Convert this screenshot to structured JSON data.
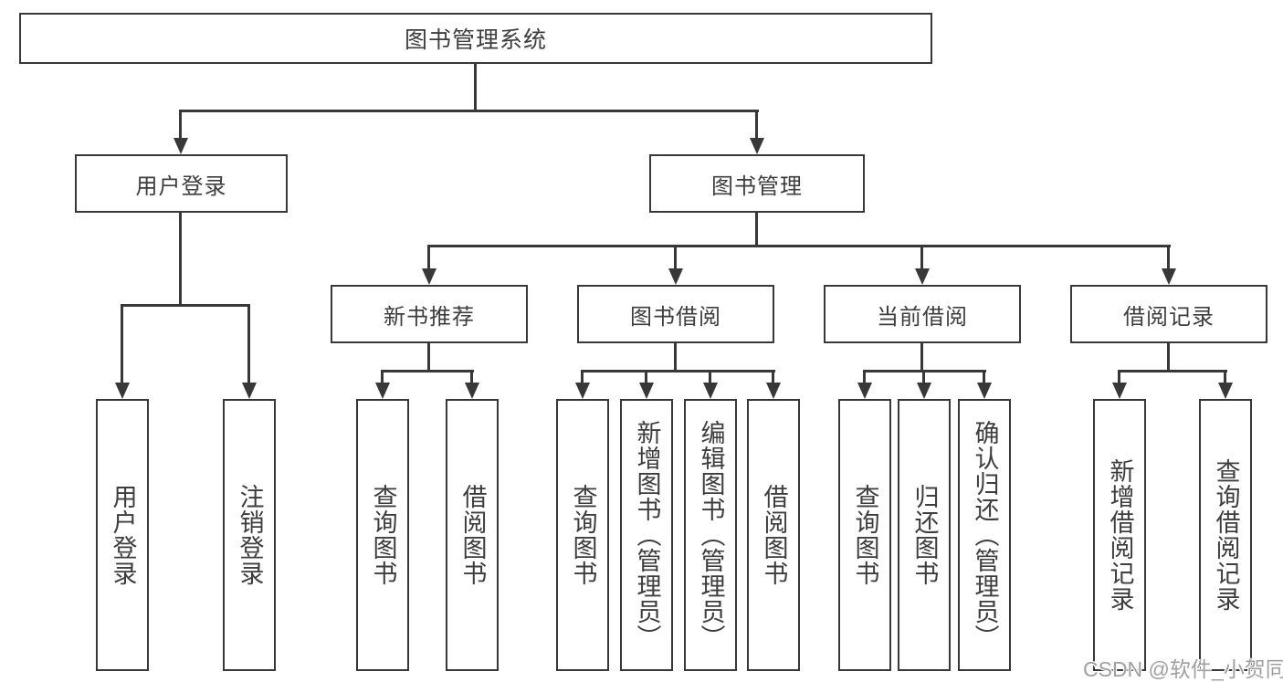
{
  "diagram": {
    "root": {
      "label": "图书管理系统"
    },
    "level2": [
      {
        "id": "user-login",
        "label": "用户登录"
      },
      {
        "id": "book-management",
        "label": "图书管理"
      }
    ],
    "level3": [
      {
        "id": "new-book-recommendation",
        "label": "新书推荐"
      },
      {
        "id": "book-borrowing",
        "label": "图书借阅"
      },
      {
        "id": "current-borrowing",
        "label": "当前借阅"
      },
      {
        "id": "borrowing-records",
        "label": "借阅记录"
      }
    ],
    "leaves": [
      {
        "id": "user-login",
        "label": "用户登录"
      },
      {
        "id": "logout",
        "label": "注销登录"
      },
      {
        "id": "query-books-1",
        "label": "查询图书"
      },
      {
        "id": "borrow-books-1",
        "label": "借阅图书"
      },
      {
        "id": "query-books-2",
        "label": "查询图书"
      },
      {
        "id": "add-books-admin",
        "label": "新增图书（管理员）"
      },
      {
        "id": "edit-books-admin",
        "label": "编辑图书（管理员）"
      },
      {
        "id": "borrow-books-2",
        "label": "借阅图书"
      },
      {
        "id": "query-books-3",
        "label": "查询图书"
      },
      {
        "id": "return-books",
        "label": "归还图书"
      },
      {
        "id": "confirm-return-admin",
        "label": "确认归还（管理员）"
      },
      {
        "id": "add-borrow-record",
        "label": "新增借阅记录"
      },
      {
        "id": "query-borrow-record",
        "label": "查询借阅记录"
      }
    ],
    "watermark": "CSDN @软件_小贺同学",
    "colors": {
      "line": "#383838",
      "text": "#3d3d3d",
      "watermark": "#a0a0a0",
      "background": "#ffffff"
    }
  }
}
